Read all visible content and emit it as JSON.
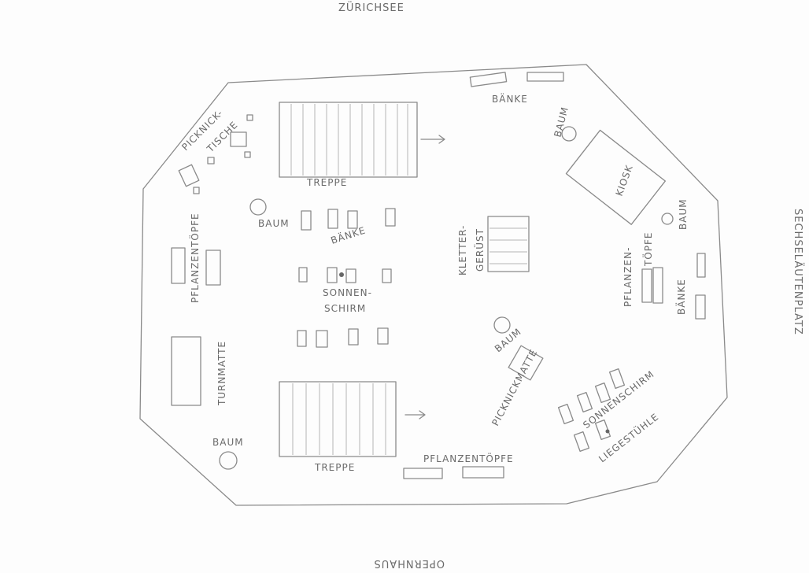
{
  "surroundings": {
    "top": "ZÜRICHSEE",
    "right": "SECHSELÄUTENPLATZ",
    "bottom": "OPERNHAUS"
  },
  "labels": {
    "treppe_top": "TREPPE",
    "treppe_bottom": "TREPPE",
    "baenke_top": "BÄNKE",
    "baenke_center": "BÄNKE",
    "baenke_right": "BÄNKE",
    "baum_top_right": "BAUM",
    "baum_right": "BAUM",
    "baum_center": "BAUM",
    "baum_middle_right": "BAUM",
    "baum_bottom_left": "BAUM",
    "kiosk": "KIOSK",
    "picknick_1": "PICKNICK-",
    "picknick_2": "TISCHE",
    "pflanzen_left": "PFLANZENTÖPFE",
    "pflanzen_right_1": "PFLANZEN-",
    "pflanzen_right_2": "TÖPFE",
    "pflanzen_bottom": "PFLANZENTÖPFE",
    "sonnenschirm_1": "SONNEN-",
    "sonnenschirm_2": "SCHIRM",
    "sonnenschirm_right": "SONNENSCHIRM",
    "kletter_1": "KLETTER-",
    "kletter_2": "GERÜST",
    "turnmatte": "TURNMATTE",
    "picknickmatte": "PICKNICKMATTE",
    "liegestuehle": "LIEGESTÜHLE"
  }
}
